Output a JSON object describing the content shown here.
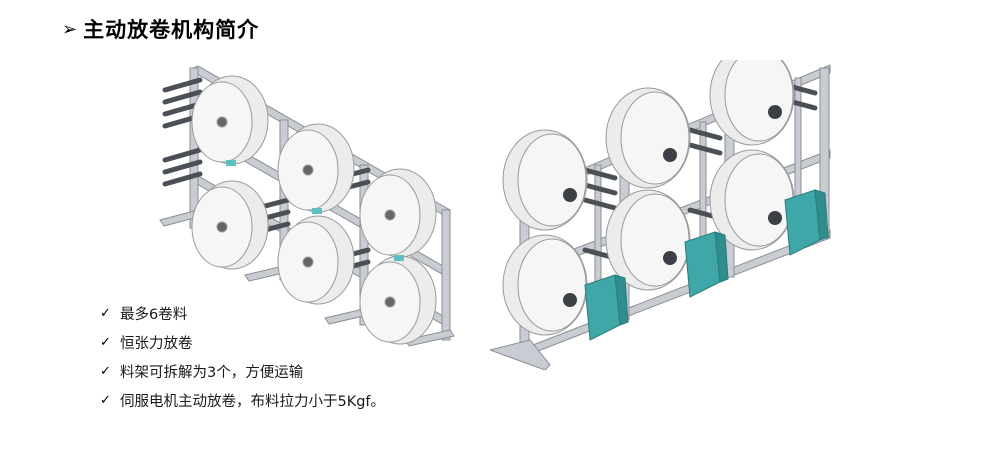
{
  "title": {
    "arrow_icon": "arrow-right-icon",
    "text": "主动放卷机构简介"
  },
  "bullets": [
    {
      "icon": "check-icon",
      "text": "最多6卷料"
    },
    {
      "icon": "check-icon",
      "text": "恒张力放卷"
    },
    {
      "icon": "check-icon",
      "text": "料架可拆解为3个，方便运输"
    },
    {
      "icon": "check-icon",
      "text": "伺服电机主动放卷，布料拉力小于5Kgf。"
    }
  ],
  "colors": {
    "frame": "#b8bcc4",
    "roll": "#efefef",
    "cabinet": "#3fa7a8",
    "shaft": "#555a60"
  }
}
